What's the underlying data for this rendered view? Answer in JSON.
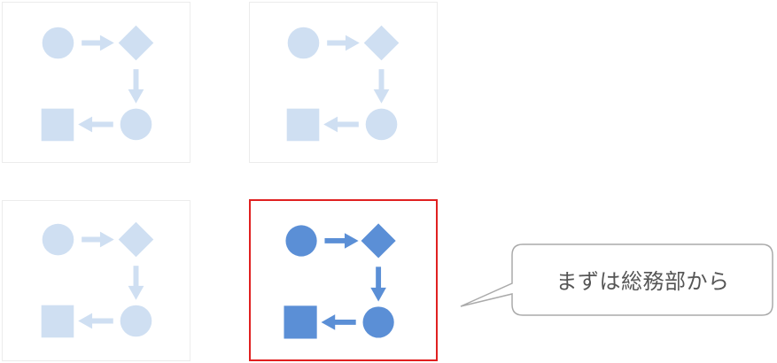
{
  "cards": [
    {
      "id": "top-left",
      "state": "faded"
    },
    {
      "id": "top-right",
      "state": "faded"
    },
    {
      "id": "bottom-left",
      "state": "faded"
    },
    {
      "id": "bottom-right",
      "state": "selected"
    }
  ],
  "icon_names": [
    "circle-icon",
    "right-arrow-icon",
    "diamond-icon",
    "down-arrow-icon",
    "square-icon",
    "left-arrow-icon"
  ],
  "callout": {
    "text": "まずは総務部から"
  },
  "colors": {
    "faded": "#cfdff2",
    "active": "#5b8fd6",
    "selection_border": "#e02020",
    "card_border": "#ececec",
    "callout_border": "#aaaaaa",
    "text": "#555555"
  }
}
